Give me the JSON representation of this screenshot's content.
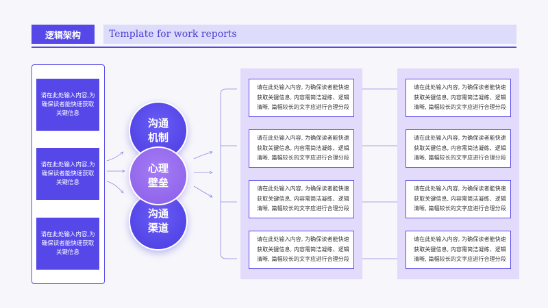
{
  "header": {
    "tag": "逻辑架构",
    "title": "Template for work reports"
  },
  "left_boxes": [
    "请在此处输入内容,为确保读者能快速获取关键信息",
    "请在此处输入内容,为确保读者能快速获取关键信息",
    "请在此处输入内容,为确保读者能快速获取关键信息"
  ],
  "circles": [
    {
      "label": "沟通\n机制",
      "color": "#5547e8"
    },
    {
      "label": "心理\n壁垒",
      "color": "#9a6ef0"
    },
    {
      "label": "沟通\n渠道",
      "color": "#5547e8"
    }
  ],
  "col1_cards": [
    "请在此处输入内容, 为确保读者能快速获取关键信息, 内容需简洁凝练、逻辑清晰, 篇幅较长的文字应进行合理分段",
    "请在此处输入内容, 为确保读者能快速获取关键信息, 内容需简洁凝练、逻辑清晰, 篇幅较长的文字应进行合理分段",
    "请在此处输入内容, 为确保读者能快速获取关键信息, 内容需简洁凝练、逻辑清晰, 篇幅较长的文字应进行合理分段",
    "请在此处输入内容, 为确保读者能快速获取关键信息, 内容需简洁凝练、逻辑清晰, 篇幅较长的文字应进行合理分段"
  ],
  "col2_cards": [
    "请在此处输入内容, 为确保读者能快速获取关键信息, 内容需简洁凝练、逻辑清晰, 篇幅较长的文字应进行合理分段",
    "请在此处输入内容, 为确保读者能快速获取关键信息, 内容需简洁凝练、逻辑清晰, 篇幅较长的文字应进行合理分段",
    "请在此处输入内容, 为确保读者能快速获取关键信息, 内容需简洁凝练、逻辑清晰, 篇幅较长的文字应进行合理分段",
    "请在此处输入内容, 为确保读者能快速获取关键信息, 内容需简洁凝练、逻辑清晰, 篇幅较长的文字应进行合理分段"
  ],
  "colors": {
    "primary": "#5547e8",
    "accent": "#9a6ef0",
    "column_bg": "#e2dbfb",
    "header_bar": "#dedcfb"
  }
}
